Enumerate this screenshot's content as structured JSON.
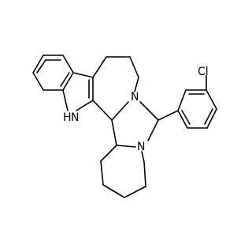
{
  "molecule": {
    "atoms": {
      "indole_nh": {
        "symbol": "N",
        "h": "H"
      },
      "amine_n1": {
        "symbol": "N"
      },
      "amine_n2": {
        "symbol": "N"
      },
      "chlorine": {
        "symbol": "Cl"
      }
    },
    "colors": {
      "bond": "#000000",
      "label": "#000000",
      "background": "#ffffff"
    }
  }
}
